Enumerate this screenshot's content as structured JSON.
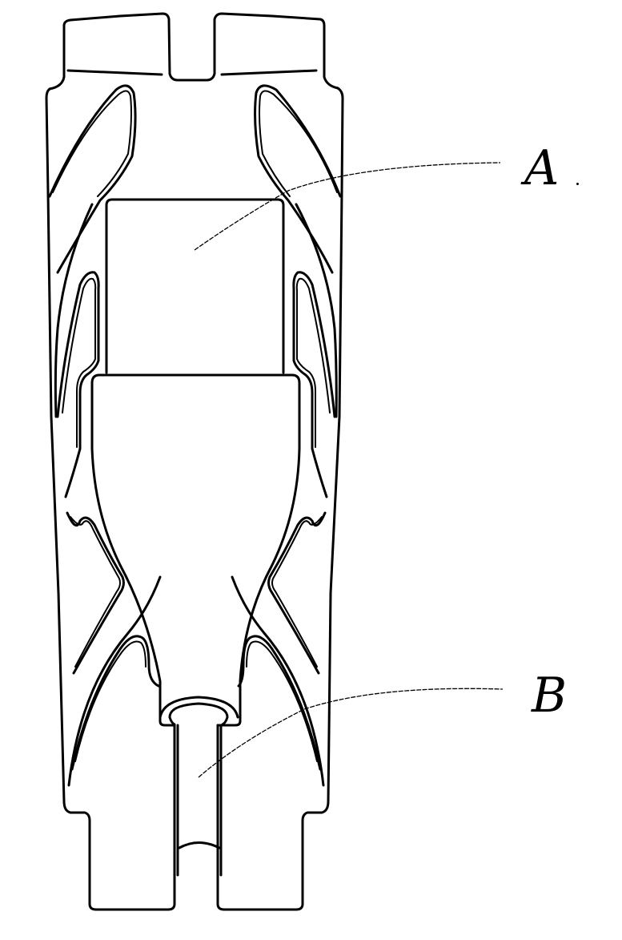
{
  "figure": {
    "type": "technical-line-drawing",
    "description": "Front view of a symmetric tubular component with curved window cut-outs",
    "stroke_color": "#000000",
    "background_color": "#ffffff"
  },
  "labels": [
    {
      "id": "A",
      "text": "A",
      "points_to": "upper rectangular inner chamber"
    },
    {
      "id": "B",
      "text": "B",
      "points_to": "lower narrow tube outlet"
    }
  ],
  "label_a": {
    "text": "A"
  },
  "label_b": {
    "text": "B"
  }
}
